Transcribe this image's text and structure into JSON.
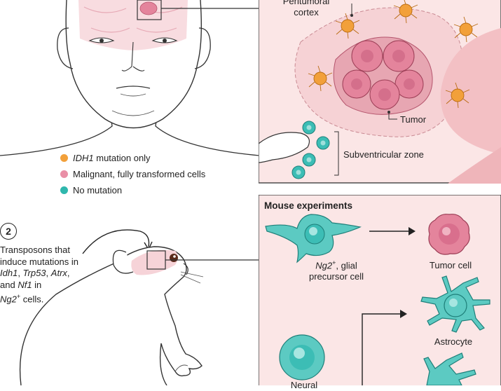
{
  "top_panel": {
    "peritumoral_line1": "Peritumoral",
    "peritumoral_line2": "cortex",
    "tumor": "Tumor",
    "subventricular": "Subventricular zone"
  },
  "legend": [
    {
      "gene": "IDH1",
      "rest": " mutation only",
      "color": "#f2a03a"
    },
    {
      "gene": "",
      "rest": "Malignant, fully transformed cells",
      "color": "#e98fa6"
    },
    {
      "gene": "",
      "rest": "No mutation",
      "color": "#2fb7ad"
    }
  ],
  "step2": {
    "number": "2",
    "l1": "Transposons that",
    "l2": "induce mutations in",
    "g_idh1": "Idh1",
    "sep1": ", ",
    "g_trp53": "Trp53",
    "sep2": ", ",
    "g_atrx": "Atrx",
    "sep3": ",",
    "and": "and ",
    "g_nf1": "Nf1",
    "in": " in",
    "g_ng2": "Ng2",
    "sup": "+",
    "cells": " cells."
  },
  "mouse_panel": {
    "title": "Mouse experiments",
    "glial_gene": "Ng2",
    "glial_sup": "+",
    "glial_rest": ", glial",
    "glial_line2": "precursor cell",
    "tumor_cell": "Tumor cell",
    "astrocyte": "Astrocyte",
    "bottom_cut": "Neural"
  },
  "colors": {
    "panel_bg": "#fbe6e6",
    "orange": "#f2a03a",
    "pink": "#e4849c",
    "teal": "#3cbdb5",
    "outline": "#2a2a2a"
  }
}
